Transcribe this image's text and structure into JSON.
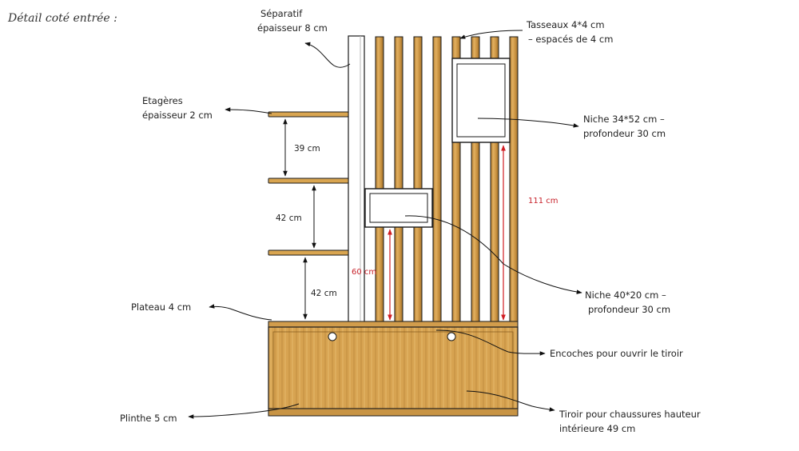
{
  "title": "Détail  coté entrée :",
  "labels": {
    "separatif_l1": "Séparatif",
    "separatif_l2": "épaisseur 8 cm",
    "tasseaux_l1": "Tasseaux 4*4 cm",
    "tasseaux_l2": "– espacés de 4 cm",
    "etageres_l1": "Etagères",
    "etageres_l2": "épaisseur 2 cm",
    "niche1_l1": "Niche 34*52 cm –",
    "niche1_l2": "profondeur 30 cm",
    "niche2_l1": "Niche 40*20 cm –",
    "niche2_l2": "profondeur 30 cm",
    "plateau": "Plateau 4  cm",
    "encoches": "Encoches pour ouvrir le tiroir",
    "plinthe": "Plinthe 5 cm",
    "tiroir_l1": "Tiroir pour chaussures hauteur",
    "tiroir_l2": "intérieure 49 cm"
  },
  "dimensions": {
    "shelf_gap_top": "39 cm",
    "shelf_gap_mid": "42 cm",
    "shelf_gap_bottom": "42 cm",
    "niche_small_height": "60 cm",
    "niche_large_height": "111 cm"
  },
  "colors": {
    "wood_light": "#e0ad5a",
    "wood_mid": "#c98e3a",
    "wood_dark": "#9a6a26",
    "outline": "#1a1a1a",
    "dimension_red": "#d01c22"
  }
}
